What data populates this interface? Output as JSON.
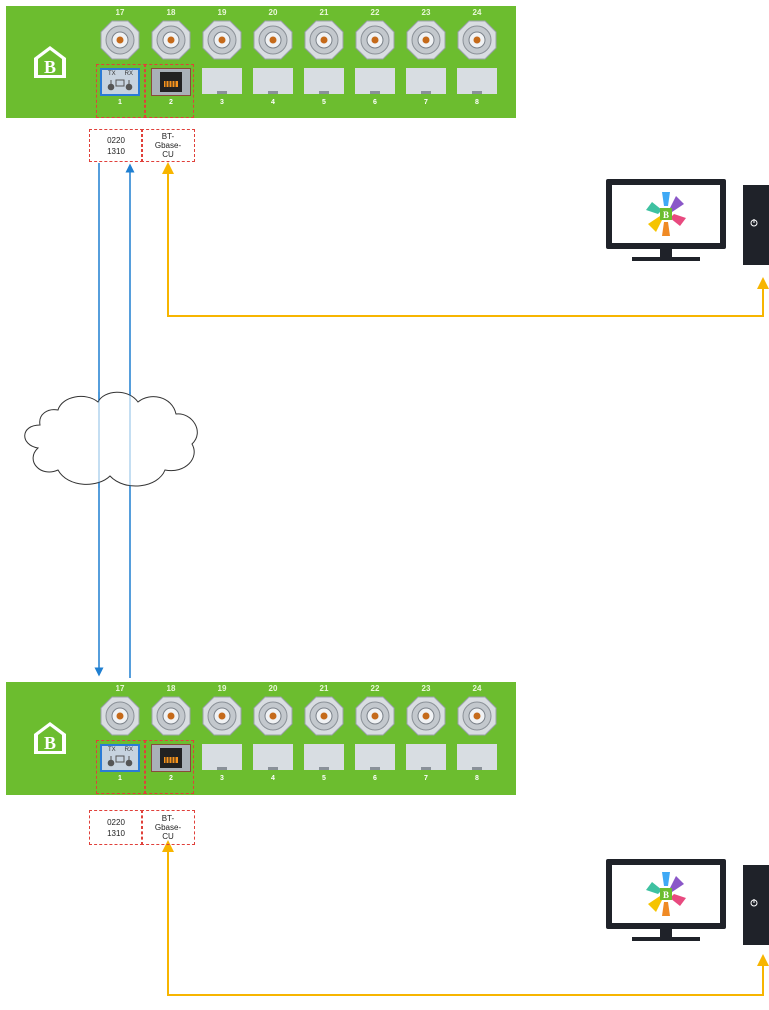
{
  "colors": {
    "device_green": "#6cbd2f",
    "fiber_blue": "#1f7fd1",
    "copper_yellow": "#f7b500",
    "callout_red": "#e0403a"
  },
  "top_device": {
    "logo_letter": "B",
    "bnc_ports": [
      "17",
      "18",
      "19",
      "20",
      "21",
      "22",
      "23",
      "24"
    ],
    "sfp_ports": [
      "1",
      "2",
      "3",
      "4",
      "5",
      "6",
      "7",
      "8"
    ],
    "sfp1_tx": "TX",
    "sfp1_rx": "RX",
    "callout_fiber": [
      "0220",
      "1310"
    ],
    "callout_copper": [
      "BT-",
      "Gbase-",
      "CU"
    ]
  },
  "bottom_device": {
    "logo_letter": "B",
    "bnc_ports": [
      "17",
      "18",
      "19",
      "20",
      "21",
      "22",
      "23",
      "24"
    ],
    "sfp_ports": [
      "1",
      "2",
      "3",
      "4",
      "5",
      "6",
      "7",
      "8"
    ],
    "sfp1_tx": "TX",
    "sfp1_rx": "RX",
    "callout_fiber": [
      "0220",
      "1310"
    ],
    "callout_copper": [
      "BT-",
      "Gbase-",
      "CU"
    ]
  },
  "computers": [
    {
      "icon": "workstation-icon",
      "screen_logo_letter": "B"
    },
    {
      "icon": "workstation-icon",
      "screen_logo_letter": "B"
    }
  ],
  "network": {
    "icon": "cloud-icon"
  }
}
